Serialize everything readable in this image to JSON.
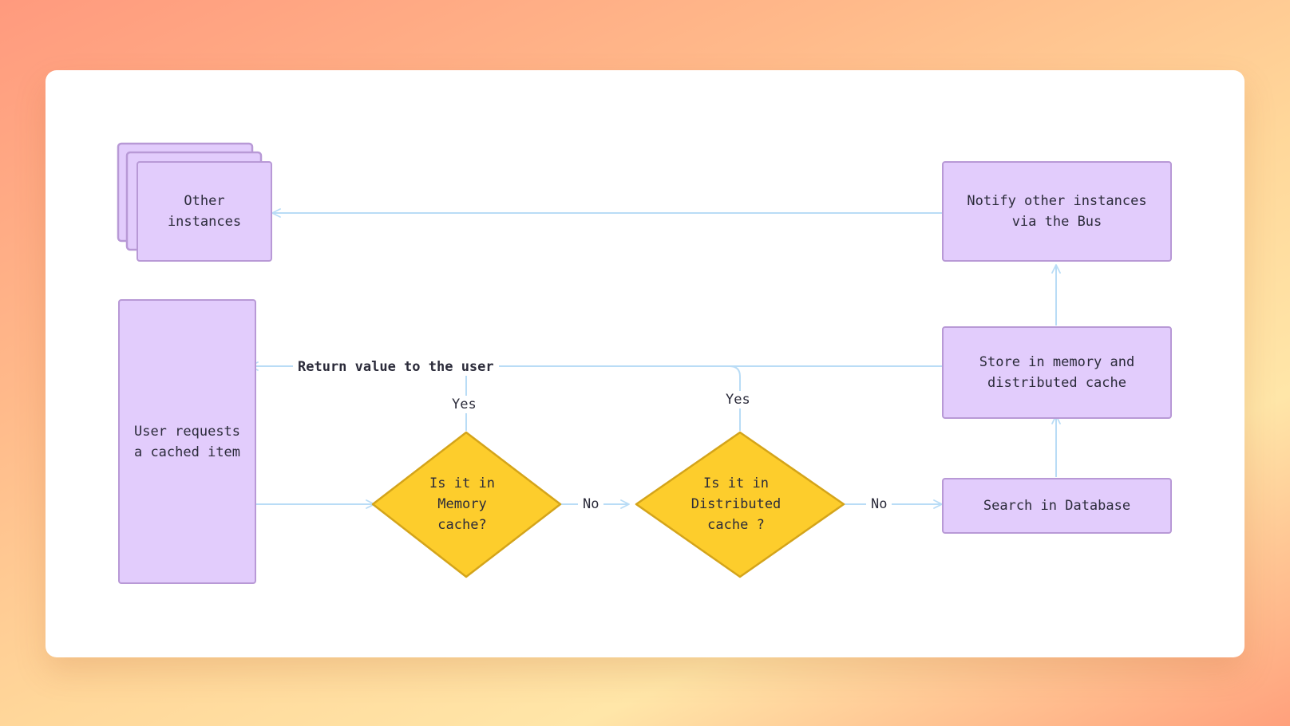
{
  "colors": {
    "node_fill": "#e2ccfc",
    "node_border": "#b899d6",
    "decision_fill": "#fdcd2c",
    "decision_border": "#d4a41a",
    "connector": "#b9dcf6"
  },
  "nodes": {
    "other_instances": "Other\ninstances",
    "notify": "Notify other instances\nvia the Bus",
    "user_request": "User requests\na cached item",
    "store": "Store in memory and\ndistributed cache",
    "search_db": "Search in Database"
  },
  "decisions": {
    "memory": "Is it in\nMemory\ncache?",
    "distributed": "Is it in\nDistributed\ncache ?"
  },
  "edge_labels": {
    "return_value": "Return value to the user",
    "yes_memory": "Yes",
    "yes_distributed": "Yes",
    "no_memory": "No",
    "no_distributed": "No"
  }
}
